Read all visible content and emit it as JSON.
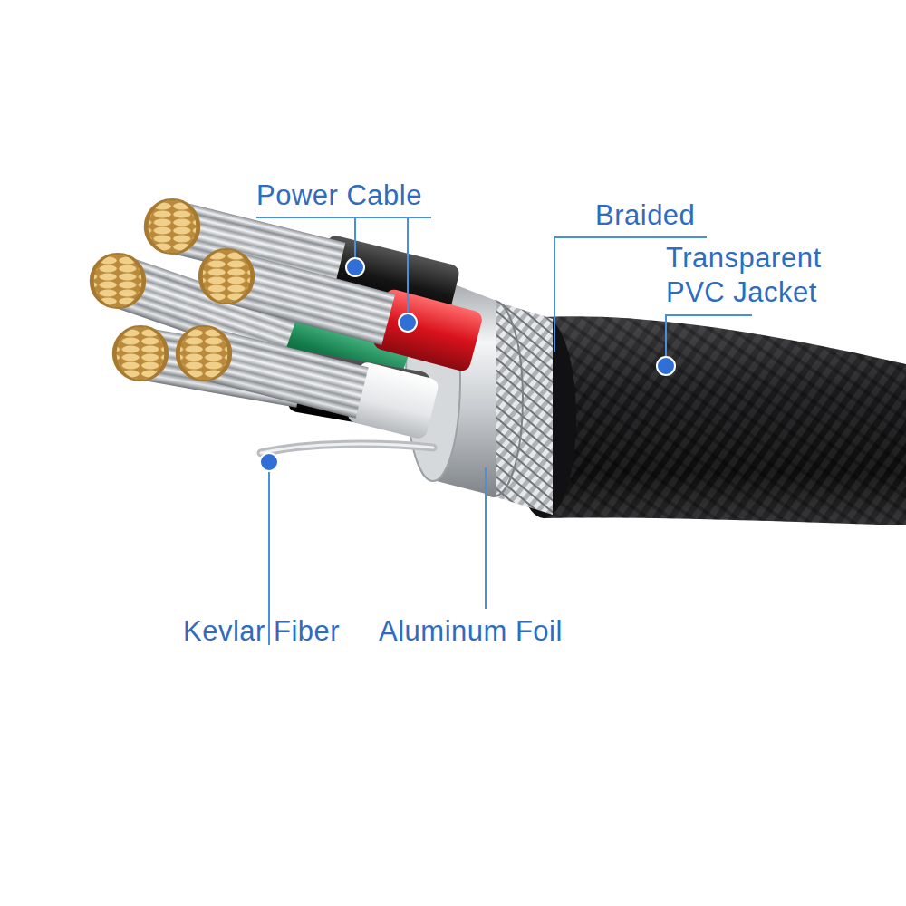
{
  "diagram": {
    "labels": [
      "Power Cable",
      "Braided",
      "Transparent PVC Jacket",
      "Kevlar Fiber",
      "Aluminum Foil"
    ]
  }
}
